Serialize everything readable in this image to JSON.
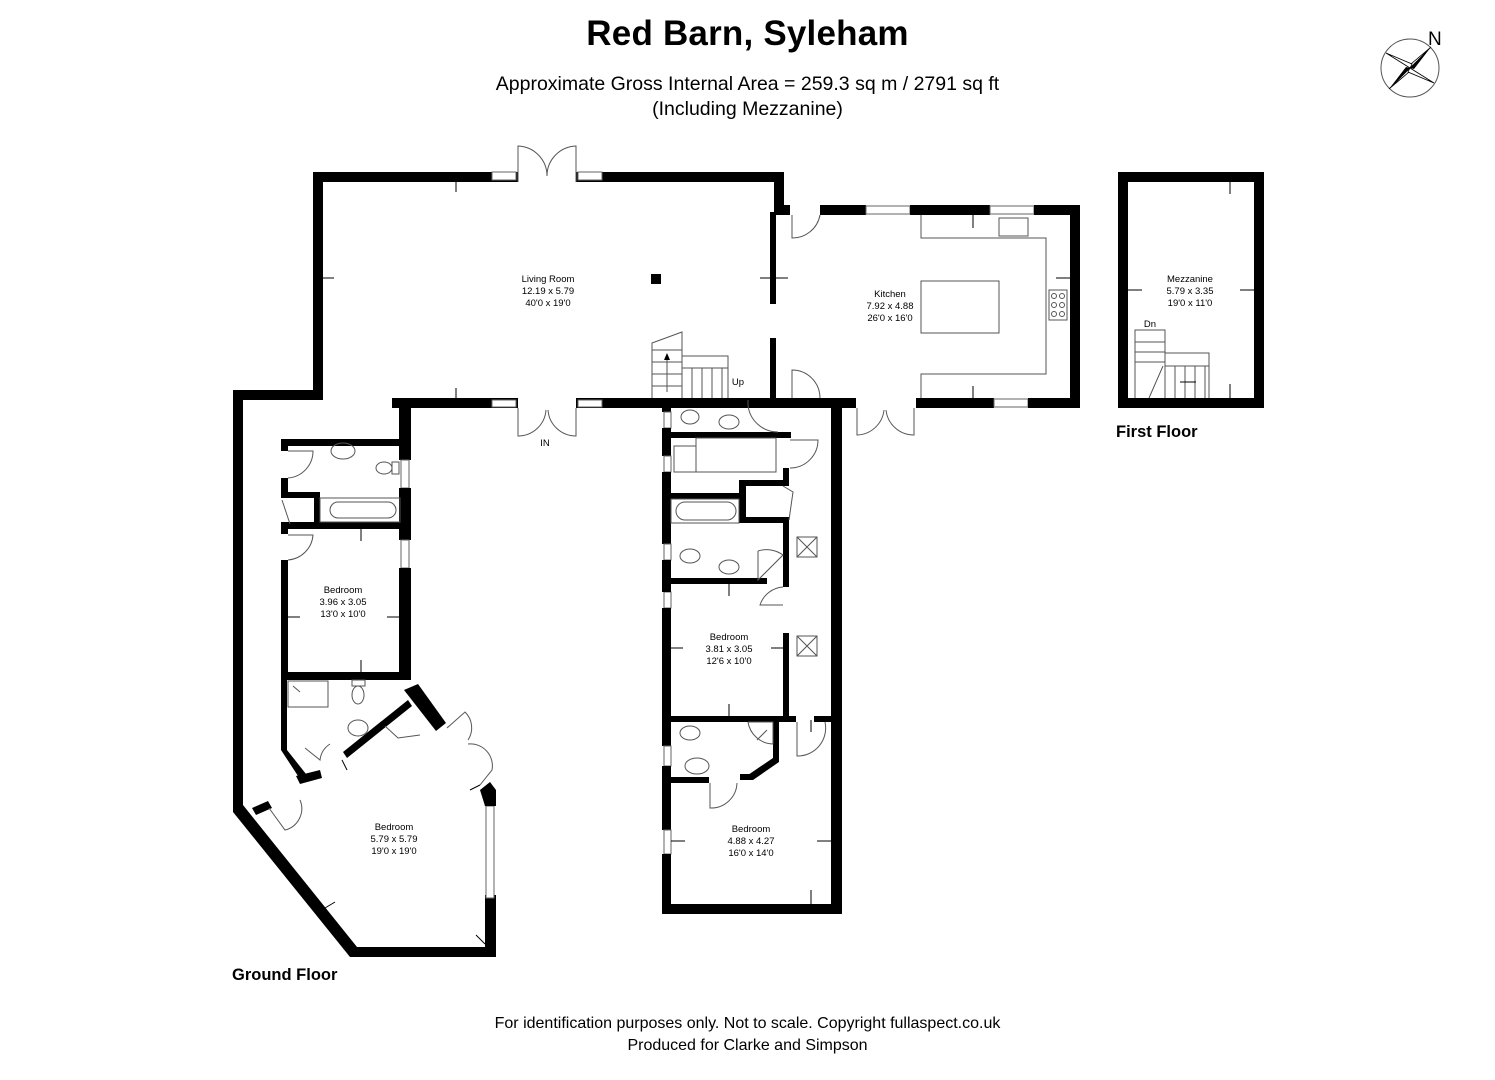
{
  "header": {
    "title": "Red Barn, Syleham",
    "area_line": "Approximate Gross Internal Area = 259.3 sq m / 2791 sq ft",
    "area_note": "(Including Mezzanine)"
  },
  "compass": {
    "label": "N"
  },
  "floors": {
    "ground": {
      "label": "Ground Floor"
    },
    "first": {
      "label": "First Floor"
    }
  },
  "rooms": {
    "living_room": {
      "name": "Living Room",
      "metric": "12.19 x 5.79",
      "imperial": "40'0 x 19'0"
    },
    "kitchen": {
      "name": "Kitchen",
      "metric": "7.92 x 4.88",
      "imperial": "26'0 x 16'0"
    },
    "mezzanine": {
      "name": "Mezzanine",
      "metric": "5.79 x 3.35",
      "imperial": "19'0 x 11'0"
    },
    "bedroom_west": {
      "name": "Bedroom",
      "metric": "3.96 x 3.05",
      "imperial": "13'0 x 10'0"
    },
    "bedroom_south_west": {
      "name": "Bedroom",
      "metric": "5.79 x 5.79",
      "imperial": "19'0 x 19'0"
    },
    "bedroom_middle": {
      "name": "Bedroom",
      "metric": "3.81 x 3.05",
      "imperial": "12'6 x 10'0"
    },
    "bedroom_south": {
      "name": "Bedroom",
      "metric": "4.88 x 4.27",
      "imperial": "16'0 x 14'0"
    }
  },
  "annotations": {
    "entrance": "IN",
    "stairs_up": "Up",
    "stairs_down": "Dn"
  },
  "footer": {
    "line1": "For identification purposes only. Not to scale. Copyright fullaspect.co.uk",
    "line2": "Produced for Clarke and Simpson"
  }
}
